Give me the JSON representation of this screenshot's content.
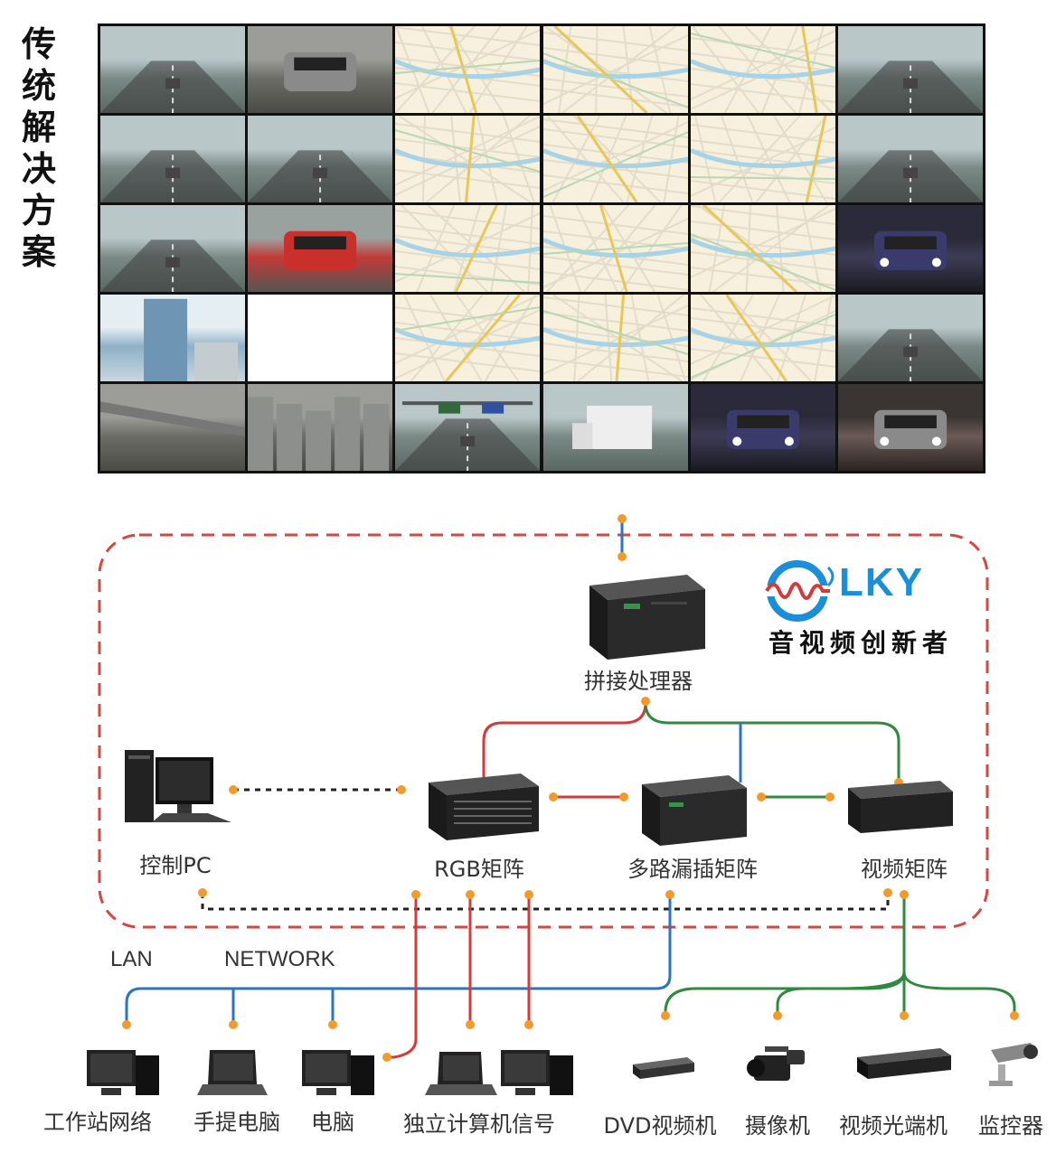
{
  "side_title": [
    "传",
    "统",
    "解",
    "决",
    "方",
    "案"
  ],
  "video_wall": {
    "tiles": [
      {
        "kind": "road",
        "theme": "day"
      },
      {
        "kind": "car",
        "theme": "gray"
      },
      {
        "kind": "map"
      },
      {
        "kind": "map"
      },
      {
        "kind": "map"
      },
      {
        "kind": "highway",
        "theme": "day"
      },
      {
        "kind": "road",
        "theme": "day"
      },
      {
        "kind": "road",
        "theme": "day"
      },
      {
        "kind": "map"
      },
      {
        "kind": "map"
      },
      {
        "kind": "map"
      },
      {
        "kind": "highway",
        "theme": "day"
      },
      {
        "kind": "street",
        "theme": "day"
      },
      {
        "kind": "car",
        "theme": "red"
      },
      {
        "kind": "map"
      },
      {
        "kind": "map"
      },
      {
        "kind": "map"
      },
      {
        "kind": "car",
        "theme": "night"
      },
      {
        "kind": "building",
        "theme": "sky"
      },
      {
        "kind": "blank"
      },
      {
        "kind": "map"
      },
      {
        "kind": "map"
      },
      {
        "kind": "map"
      },
      {
        "kind": "street",
        "theme": "day"
      },
      {
        "kind": "bridge",
        "theme": "gray"
      },
      {
        "kind": "city",
        "theme": "gray"
      },
      {
        "kind": "gantry",
        "theme": "day"
      },
      {
        "kind": "truck",
        "theme": "day"
      },
      {
        "kind": "car",
        "theme": "night"
      },
      {
        "kind": "car",
        "theme": "dusk"
      }
    ]
  },
  "logo": {
    "brand": "LKY",
    "slogan": "音视频创新者"
  },
  "devices": {
    "splicer": "拼接处理器",
    "control_pc": "控制PC",
    "rgb_matrix": "RGB矩阵",
    "multi_matrix": "多路漏插矩阵",
    "video_matrix": "视频矩阵"
  },
  "network_labels": {
    "lan": "LAN",
    "network": "NETWORK"
  },
  "endpoints": [
    "工作站网络",
    "手提电脑",
    "电脑",
    "独立计算机信号",
    "DVD视频机",
    "摄像机",
    "视频光端机",
    "监控器"
  ],
  "colors": {
    "blue": "#2a74c6",
    "red": "#d43a3a",
    "green": "#2e8b3e",
    "orange": "#f39a2c",
    "dash_red": "#d9463f"
  }
}
